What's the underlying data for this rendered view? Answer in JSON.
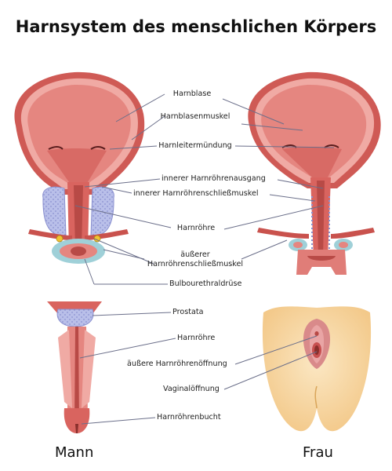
{
  "title": "Harnsystem des menschlichen Körpers",
  "labels": {
    "harnblase": "Harnblase",
    "harnblasenmuskel": "Harnblasenmuskel",
    "harnleitermuendung": "Harnleitermündung",
    "innerer_ausgang": "innerer Harnröhrenausgang",
    "innerer_schliessmuskel": "innerer Harnröhrenschließmuskel",
    "harnroehre": "Harnröhre",
    "aeusserer_line1": "äußerer",
    "aeusserer_line2": "Harnröhrenschließmuskel",
    "bulbourethraldruese": "Bulbourethraldrüse",
    "prostata": "Prostata",
    "harnroehre_penis": "Harnröhre",
    "aeussere_oeffnung": "äußere Harnröhrenöffnung",
    "vaginaloeffnung": "Vaginalöffnung",
    "harnroehrenbucht": "Harnröhrenbucht"
  },
  "captions": {
    "male": "Mann",
    "female": "Frau"
  },
  "colors": {
    "bladder_outer": "#d9645f",
    "bladder_inner": "#e98a84",
    "muscle": "#f2b2ad",
    "prostate": "#b8bde8",
    "leader": "#6b6f8a",
    "skin": "#f7d8a0"
  }
}
